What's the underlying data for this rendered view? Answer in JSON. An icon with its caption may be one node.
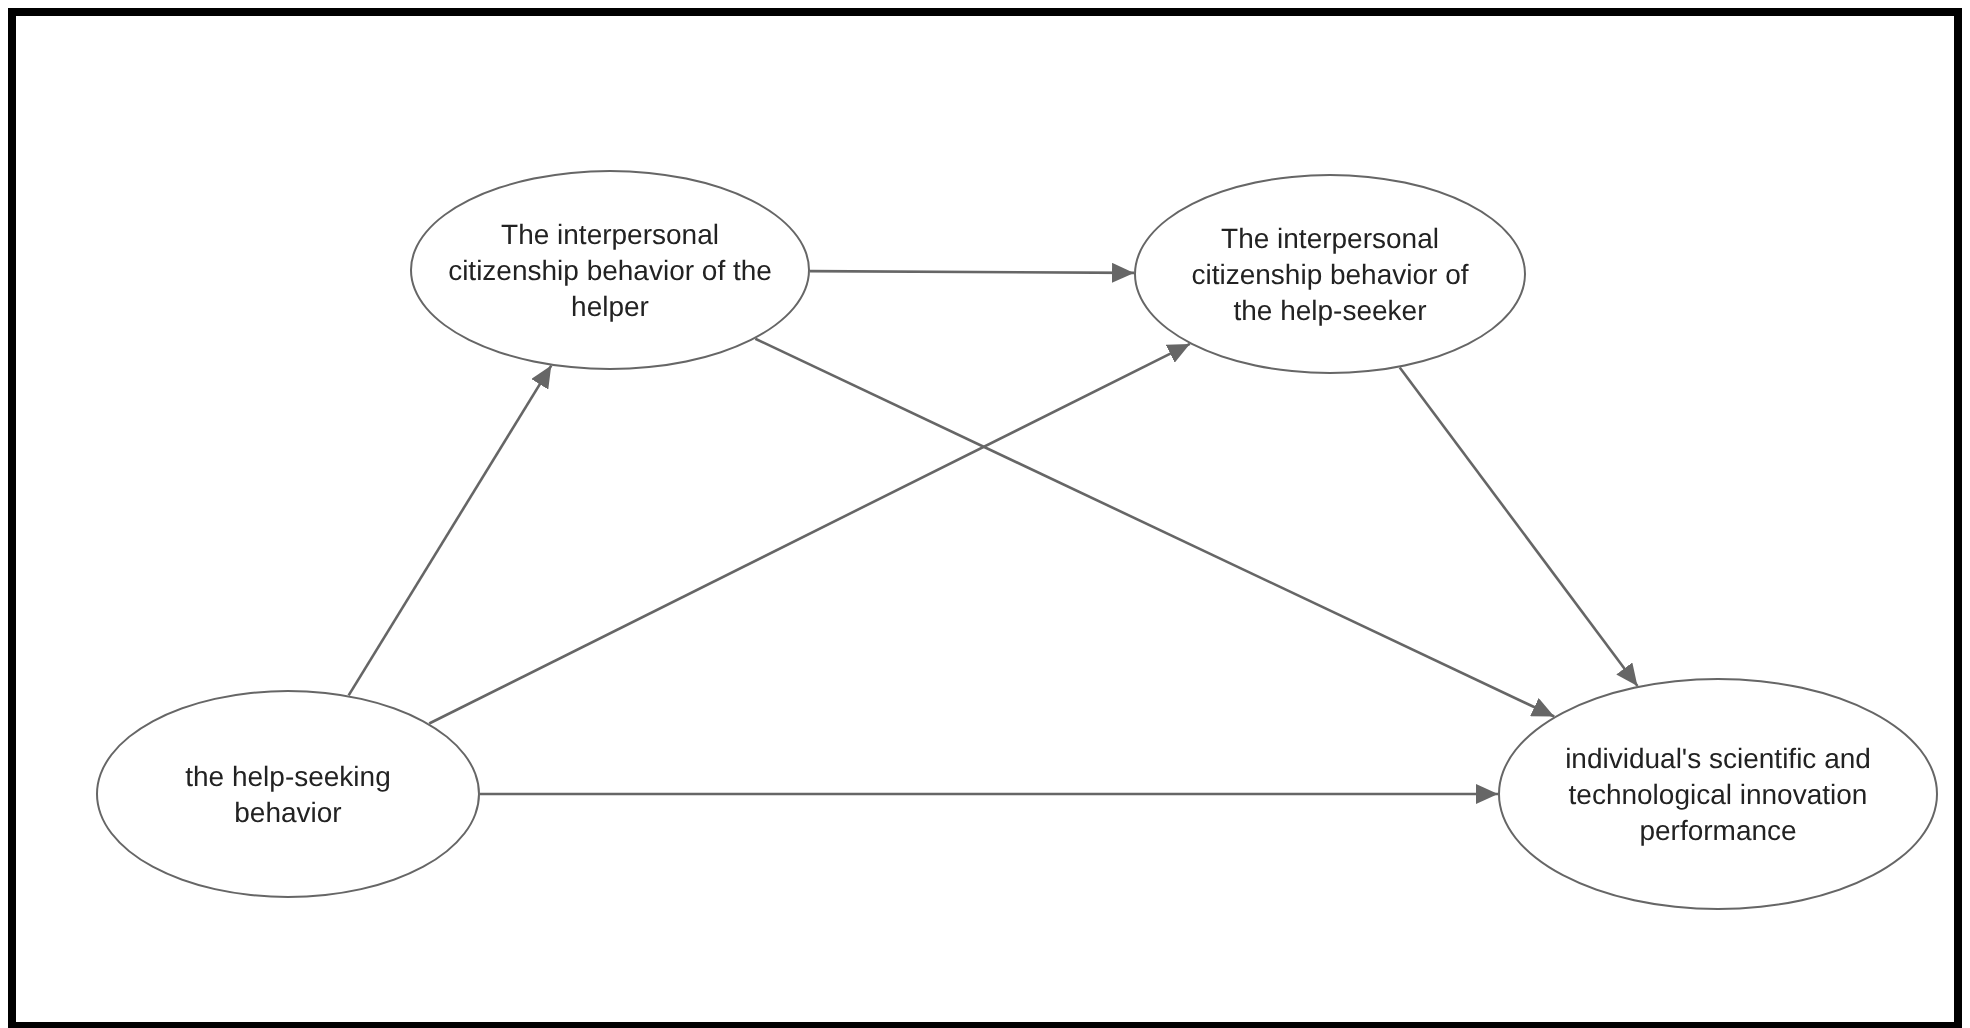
{
  "diagram": {
    "nodes": [
      {
        "text": [
          "The interpersonal citizenship behavior of the helper"
        ]
      },
      {
        "text": [
          "The interpersonal citizenship behavior of the help-seeker"
        ]
      },
      {
        "text": [
          "the help-seeking behavior"
        ]
      },
      {
        "text": [
          "individual's scientific and technological innovation performance"
        ]
      }
    ],
    "edges": [
      {
        "from": 2,
        "to": 0,
        "arrow": "to"
      },
      {
        "from": 0,
        "to": 1,
        "arrow": "to"
      },
      {
        "from": 2,
        "to": 1,
        "arrow": "to"
      },
      {
        "from": 0,
        "to": 3,
        "arrow": "to"
      },
      {
        "from": 1,
        "to": 3,
        "arrow": "to"
      },
      {
        "from": 2,
        "to": 3,
        "arrow": "to"
      }
    ]
  }
}
